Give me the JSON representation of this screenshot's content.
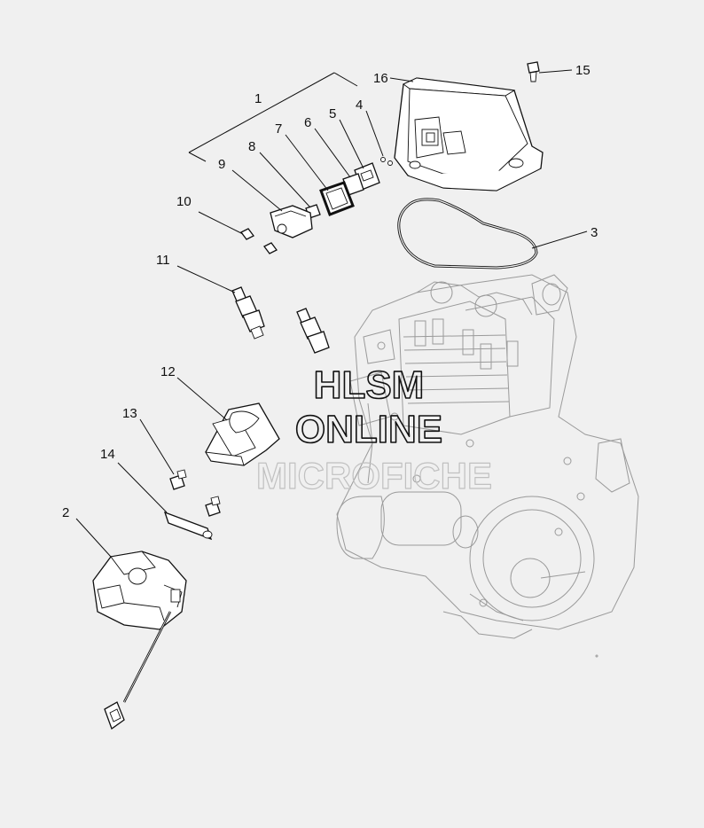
{
  "diagram": {
    "callouts": {
      "c1": "1",
      "c2": "2",
      "c3": "3",
      "c4": "4",
      "c5": "5",
      "c6": "6",
      "c7": "7",
      "c8": "8",
      "c9": "9",
      "c10": "10",
      "c11": "11",
      "c12": "12",
      "c13": "13",
      "c14": "14",
      "c15": "15",
      "c16": "16"
    }
  },
  "watermark": {
    "line1": "HLSM",
    "line2": "ONLINE",
    "line3": "MICROFICHE"
  },
  "colors": {
    "background": "#f0f0f0",
    "ink": "#111111",
    "ghost_engine": "#9a9a9a"
  }
}
